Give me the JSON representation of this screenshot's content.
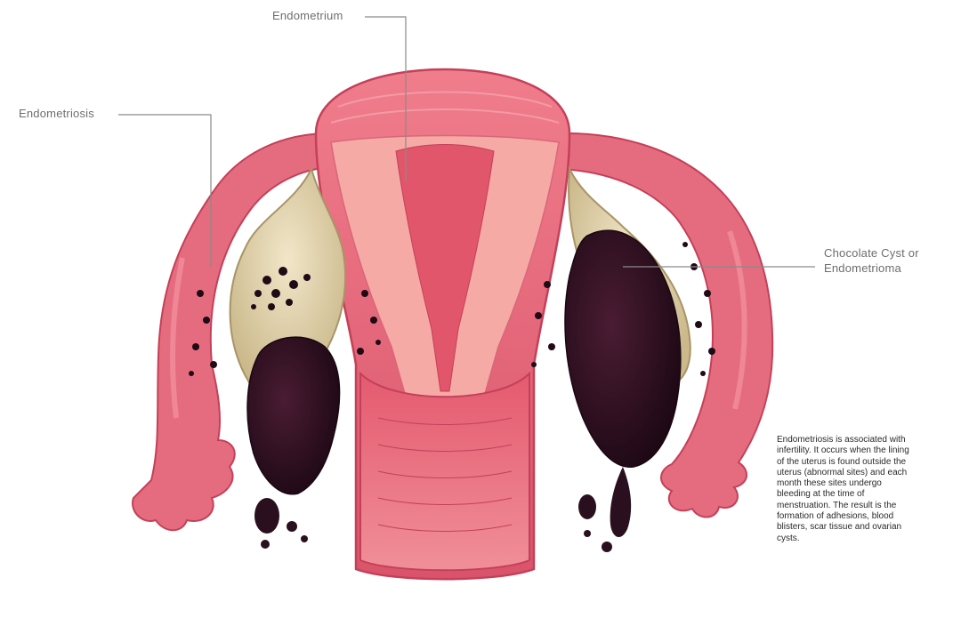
{
  "labels": {
    "endometrium": "Endometrium",
    "endometriosis": "Endometriosis",
    "chocolate_cyst_line1": "Chocolate Cyst or",
    "chocolate_cyst_line2": "Endometrioma"
  },
  "caption": "Endometriosis is associated with infertility. It occurs when the lining of the uterus is found outside the uterus (abnormal sites) and each month these sites undergo bleeding at the time of menstruation. The result is the formation of adhesions, blood blisters, scar tissue and ovarian cysts.",
  "colors": {
    "uterus": "#e8697a",
    "uterus_dark": "#c9485c",
    "endometrium": "#f4a9a6",
    "ovary": "#e6d6b0",
    "cyst": "#2a0f1f",
    "leader_line": "#8a8a8a"
  }
}
